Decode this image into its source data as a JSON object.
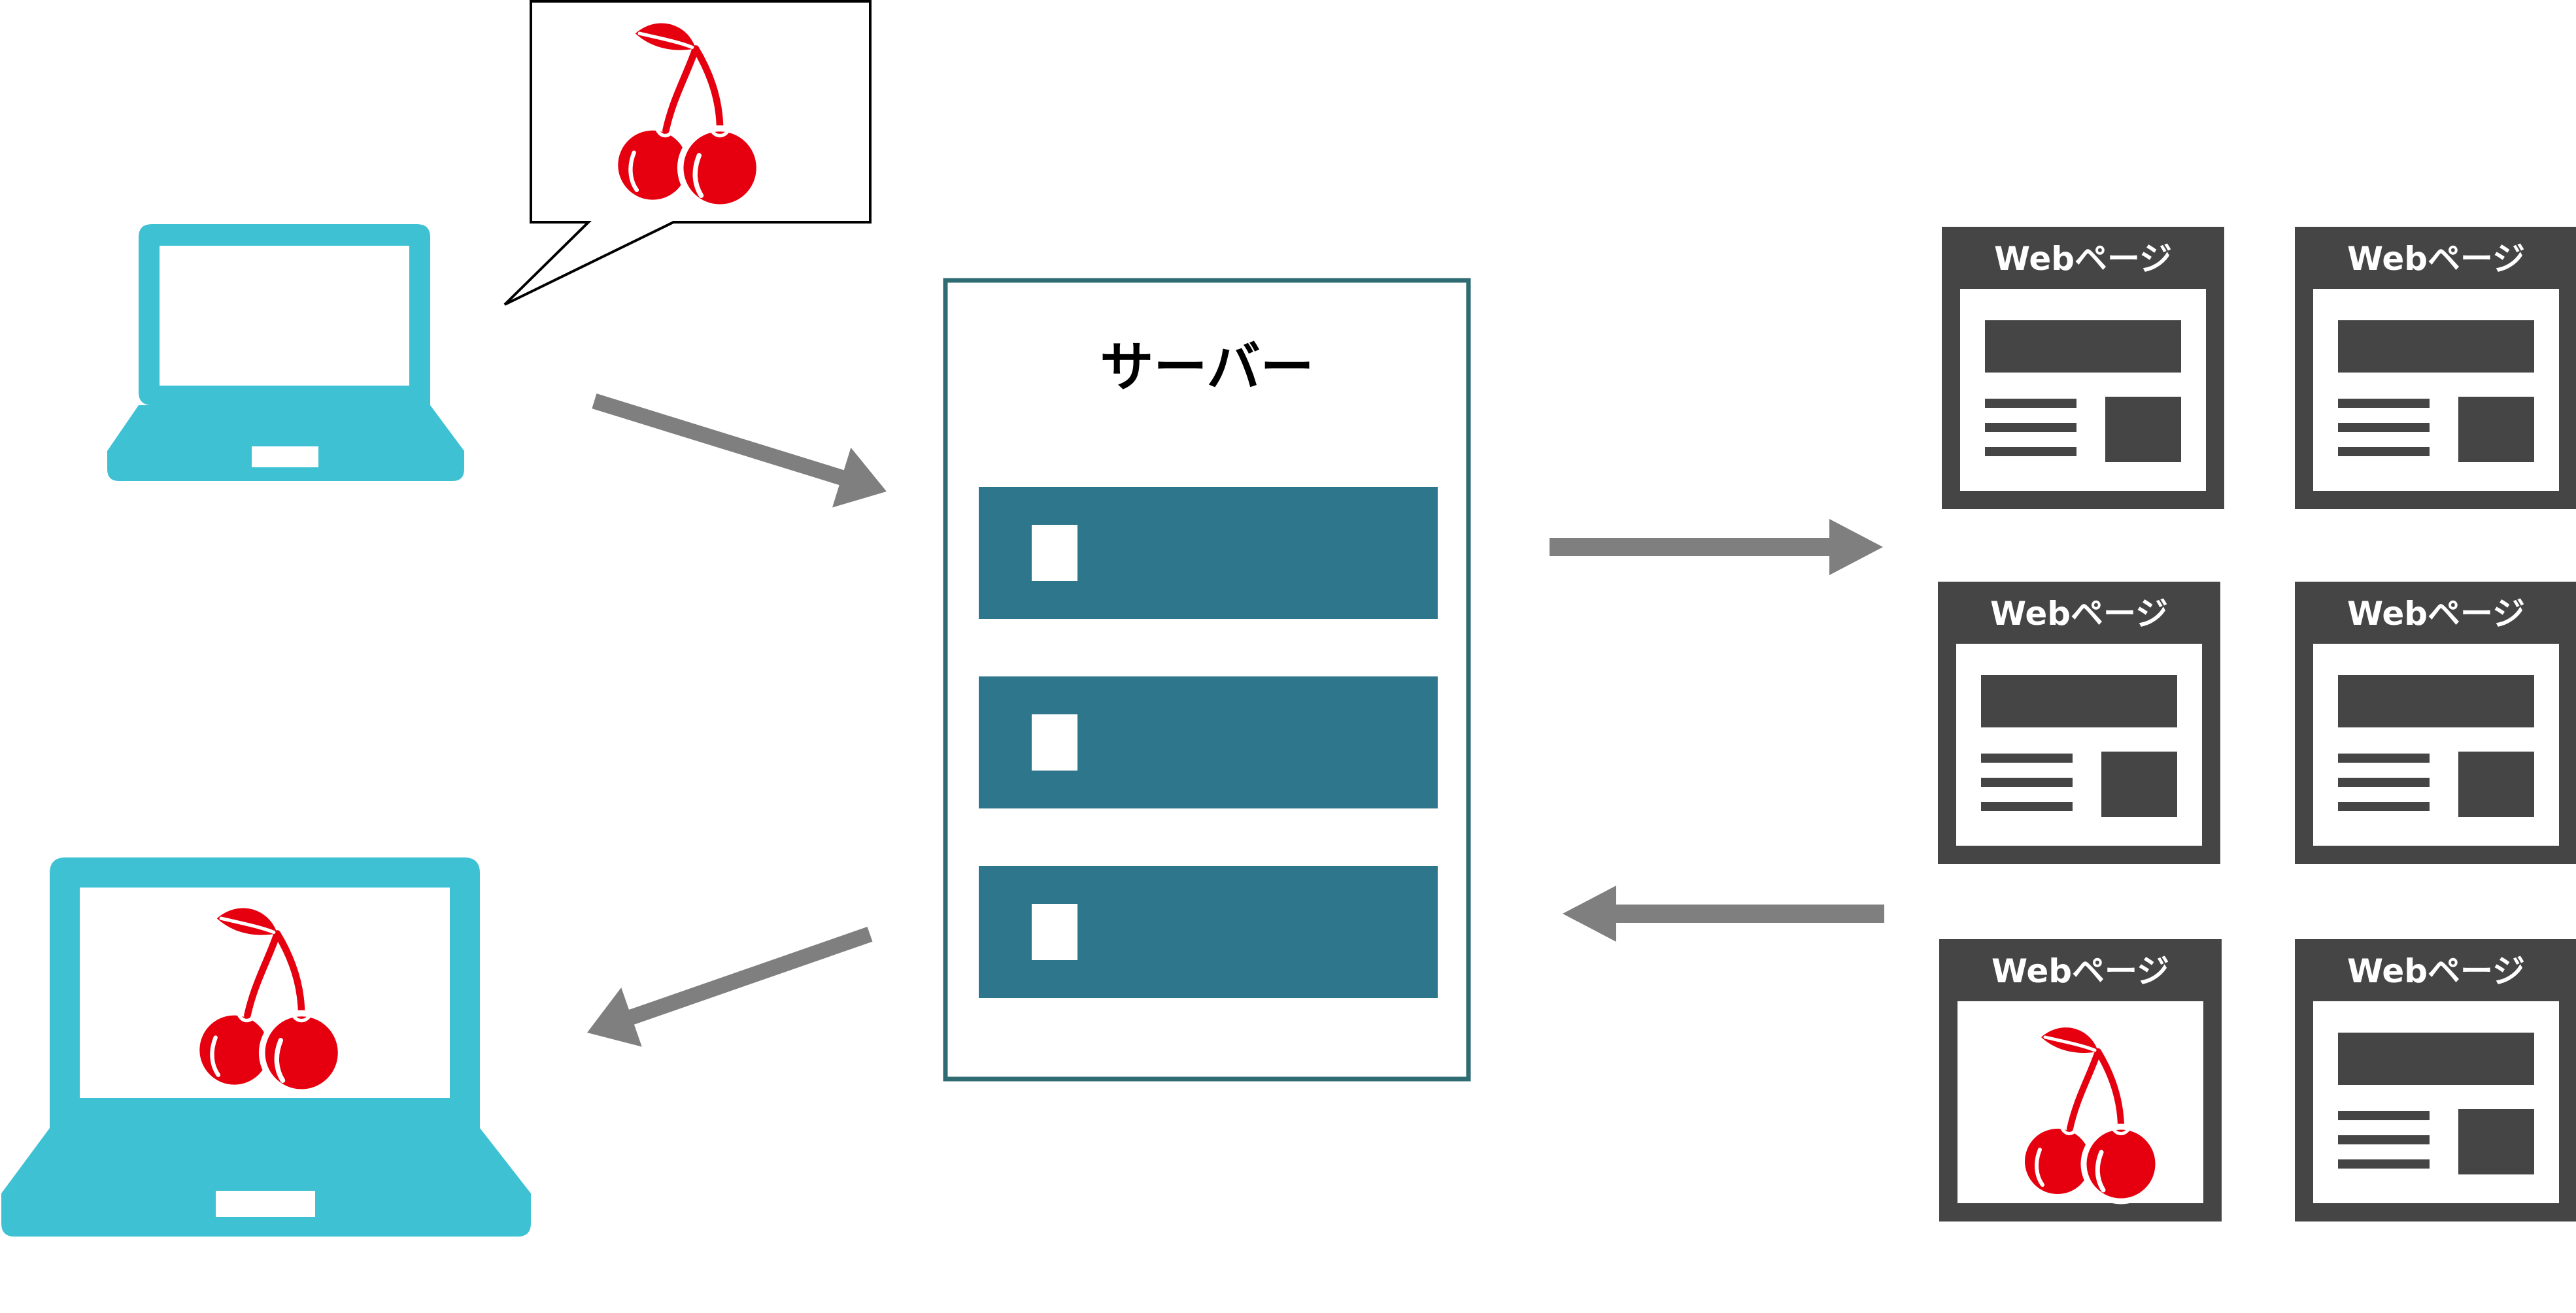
{
  "server": {
    "title": "サーバー"
  },
  "web_pages": [
    {
      "label": "Webページ",
      "content": "layout"
    },
    {
      "label": "Webページ",
      "content": "layout"
    },
    {
      "label": "Webページ",
      "content": "layout"
    },
    {
      "label": "Webページ",
      "content": "layout"
    },
    {
      "label": "Webページ",
      "content": "cherry-icon"
    },
    {
      "label": "Webページ",
      "content": "layout"
    }
  ],
  "icons": {
    "laptop": "laptop-icon",
    "cherry": "cherry-icon",
    "arrow": "arrow-icon"
  },
  "colors": {
    "laptop": "#3ec1d3",
    "server_border": "#2e6b72",
    "server_drive": "#2e768c",
    "web_page": "#454545",
    "arrow": "#7f7f7f",
    "cherry": "#e6000f"
  }
}
